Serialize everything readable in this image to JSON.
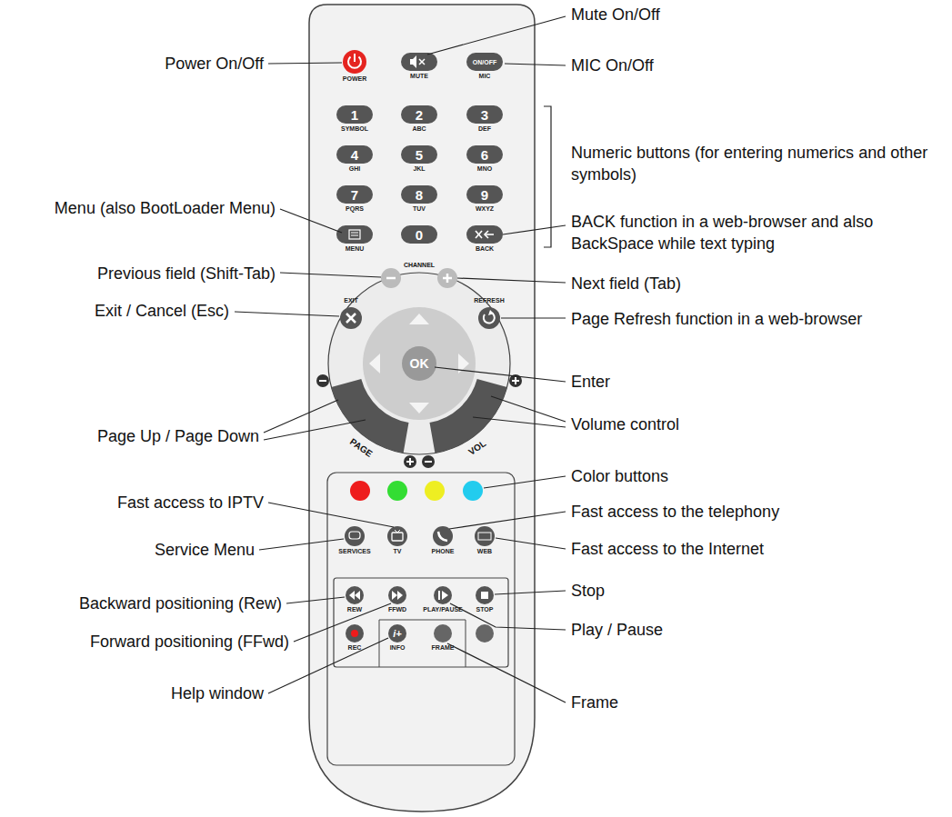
{
  "diagram": {
    "nodes": [
      {
        "text": [
          "POWER"
        ]
      },
      {
        "text": [
          "MUTE"
        ]
      },
      {
        "text": [
          "ON/OFF",
          "MIC"
        ]
      },
      {
        "text": [
          "1",
          "SYMBOL"
        ]
      },
      {
        "text": [
          "2",
          "ABC"
        ]
      },
      {
        "text": [
          "3",
          "DEF"
        ]
      },
      {
        "text": [
          "4",
          "GHI"
        ]
      },
      {
        "text": [
          "5",
          "JKL"
        ]
      },
      {
        "text": [
          "6",
          "MNO"
        ]
      },
      {
        "text": [
          "7",
          "PQRS"
        ]
      },
      {
        "text": [
          "8",
          "TUV"
        ]
      },
      {
        "text": [
          "9",
          "WXYZ"
        ]
      },
      {
        "text": [
          "MENU"
        ]
      },
      {
        "text": [
          "0"
        ]
      },
      {
        "text": [
          "BACK"
        ]
      },
      {
        "text": [
          "EXIT"
        ]
      },
      {
        "text": [
          "REFRESH"
        ]
      },
      {
        "text": [
          "OK"
        ]
      },
      {
        "text": [
          "SERVICES"
        ]
      },
      {
        "text": [
          "TV"
        ]
      },
      {
        "text": [
          "PHONE"
        ]
      },
      {
        "text": [
          "WEB"
        ]
      },
      {
        "text": [
          "REW"
        ]
      },
      {
        "text": [
          "FFWD"
        ]
      },
      {
        "text": [
          "PLAY/PAUSE"
        ]
      },
      {
        "text": [
          "STOP"
        ]
      },
      {
        "text": [
          "REC"
        ]
      },
      {
        "text": [
          "i+",
          "INFO"
        ]
      },
      {
        "text": [
          "FRAME"
        ]
      }
    ],
    "labels": [
      "Power On/Off",
      "Mute On/Off",
      "MIC On/Off",
      "Numeric buttons (for entering numerics and other symbols)",
      "Menu (also BootLoader Menu)",
      "BACK function in a web-browser and also BackSpace while text typing",
      "Previous field (Shift-Tab)",
      "Next field (Tab)",
      "Exit / Cancel (Esc)",
      "Page Refresh function in a web-browser",
      "Enter",
      "Page Up / Page Down",
      "Volume control",
      "Color buttons",
      "Fast access to IPTV",
      "Fast access to the telephony",
      "Service Menu",
      "Fast access to the Internet",
      "Backward positioning (Rew)",
      "Stop",
      "Forward positioning (FFwd)",
      "Play / Pause",
      "Help window",
      "Frame",
      "CHANNEL",
      "PAGE",
      "VOL"
    ]
  }
}
